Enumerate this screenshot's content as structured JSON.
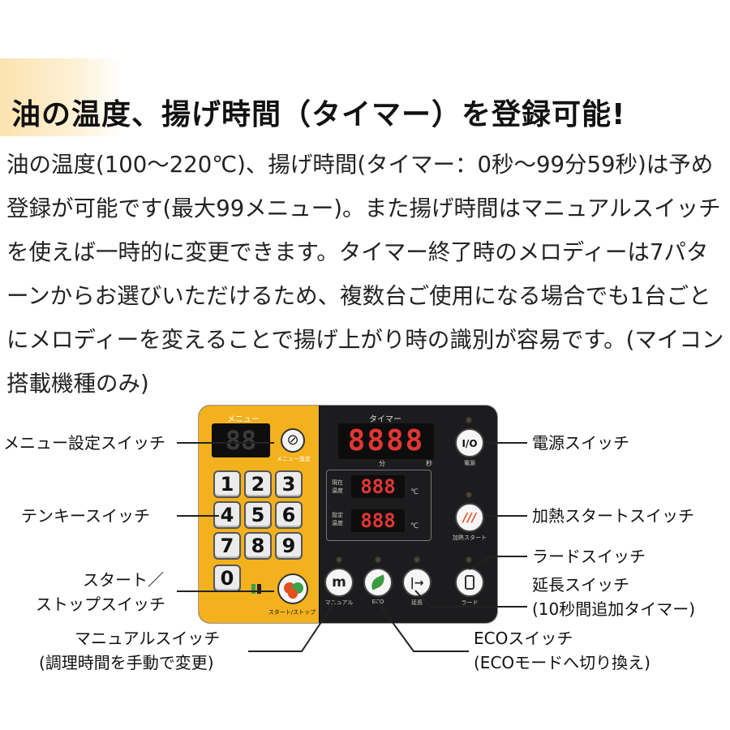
{
  "heading": "油の温度、揚げ時間（タイマー）を登録可能!",
  "paragraph": "油の温度(100～220℃)、揚げ時間(タイマー：0秒～99分59秒)は予め登録が可能です(最大99メニュー)。また揚げ時間はマニュアルスイッチを使えば一時的に変更できます。タイマー終了時のメロディーは7パターンからお選びいただけるため、複数台ご使用になる場合でも1台ごとにメロディーを変えることで揚げ上がり時の識別が容易です。(マイコン搭載機種のみ)",
  "panel": {
    "menu_label": "メニュー",
    "menu_display": "88",
    "menu_set_label": "メニュー設定",
    "keys": [
      "1",
      "2",
      "3",
      "4",
      "5",
      "6",
      "7",
      "8",
      "9",
      "0"
    ],
    "start_label": "スタート/ストップ",
    "timer_label": "タイマー",
    "timer_display": "8888",
    "timer_unit_min": "分",
    "timer_unit_sec": "秒",
    "current_temp_tag": "現在 温度",
    "current_temp_display": "888",
    "set_temp_tag": "設定 温度",
    "set_temp_display": "888",
    "temp_unit": "℃",
    "power_btn_glyph": "I/O",
    "power_label": "電源",
    "heat_label": "加熱スタート",
    "lard_label": "ラード",
    "manual_label": "マニュアル",
    "eco_label": "ECO",
    "extend_label": "延長"
  },
  "callouts": {
    "menu_set": "メニュー設定スイッチ",
    "tenkey": "テンキースイッチ",
    "start_stop_1": "スタート／",
    "start_stop_2": "ストップスイッチ",
    "manual_1": "マニュアルスイッチ",
    "manual_2": "(調理時間を手動で変更)",
    "power": "電源スイッチ",
    "heat_start": "加熱スタートスイッチ",
    "lard": "ラードスイッチ",
    "extend_1": "延長スイッチ",
    "extend_2": "(10秒間追加タイマー)",
    "eco_1": "ECOスイッチ",
    "eco_2": "(ECOモードへ切り換え)"
  },
  "colors": {
    "panel_yellow": "#f2b11d",
    "panel_black": "#1c1c1e",
    "display_red": "#e23636",
    "accent_orange": "#e24f20",
    "eco_green": "#3a9a43"
  }
}
